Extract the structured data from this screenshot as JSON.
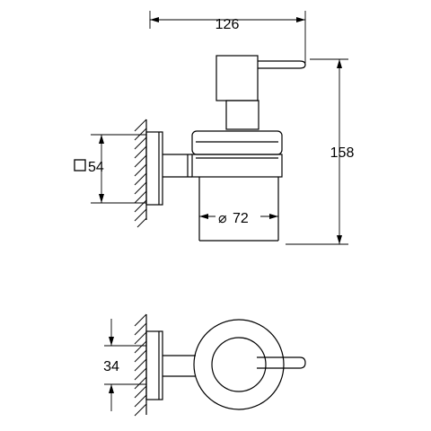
{
  "dimensions": {
    "width_top": "126",
    "height_right": "158",
    "square_mount": "54",
    "glass_diameter": "72",
    "side_mount": "34"
  },
  "symbols": {
    "square": "square-symbol",
    "diameter": "⌀"
  }
}
